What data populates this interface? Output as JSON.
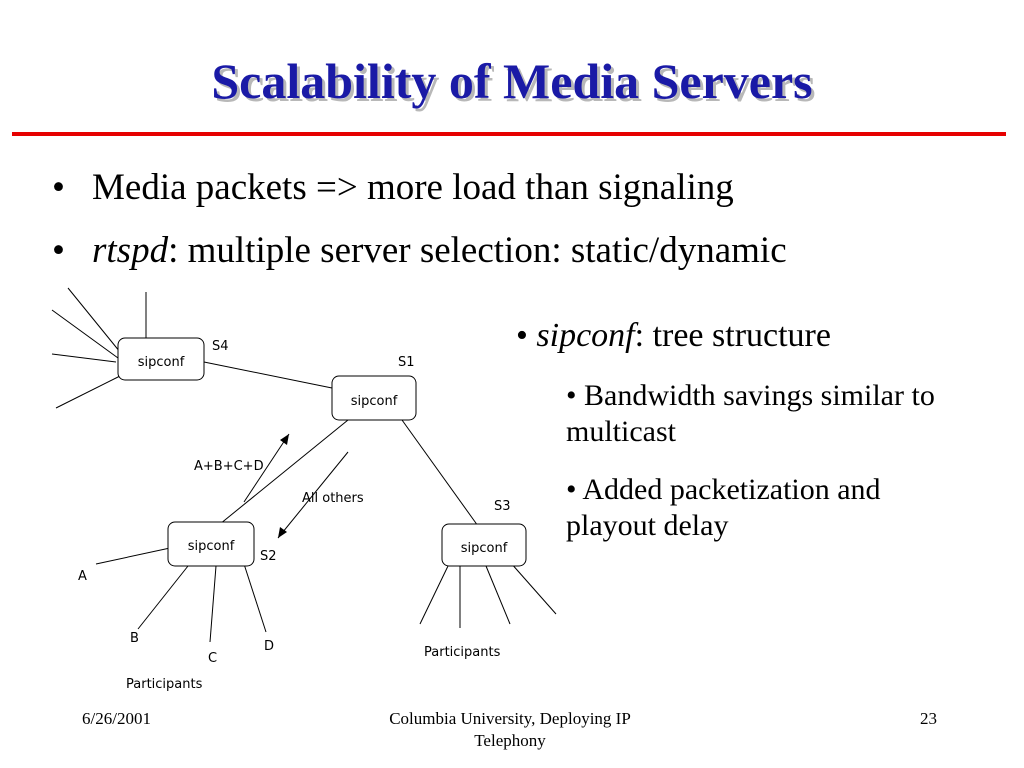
{
  "title": "Scalability of Media Servers",
  "bullets": [
    {
      "em": "",
      "text": "Media packets => more load than signaling"
    },
    {
      "em": "rtspd",
      "text": ": multiple server selection: static/dynamic"
    }
  ],
  "right": {
    "main_em": "sipconf",
    "main_text": ": tree structure",
    "subs": [
      "• Bandwidth savings similar to multicast",
      "• Added packetization and playout delay"
    ]
  },
  "diagram": {
    "nodes": {
      "s4": {
        "box": "sipconf",
        "label": "S4"
      },
      "s1": {
        "box": "sipconf",
        "label": "S1"
      },
      "s2": {
        "box": "sipconf",
        "label": "S2"
      },
      "s3": {
        "box": "sipconf",
        "label": "S3"
      }
    },
    "arrow_up": "A+B+C+D",
    "arrow_down": "All others",
    "leaves": {
      "a": "A",
      "b": "B",
      "c": "C",
      "d": "D"
    },
    "participants_left": "Participants",
    "participants_right": "Participants"
  },
  "footer": {
    "date": "6/26/2001",
    "center": "Columbia University, Deploying IP Telephony",
    "page": "23"
  },
  "colors": {
    "title": "#1a1aa6",
    "rule": "#e60000"
  }
}
